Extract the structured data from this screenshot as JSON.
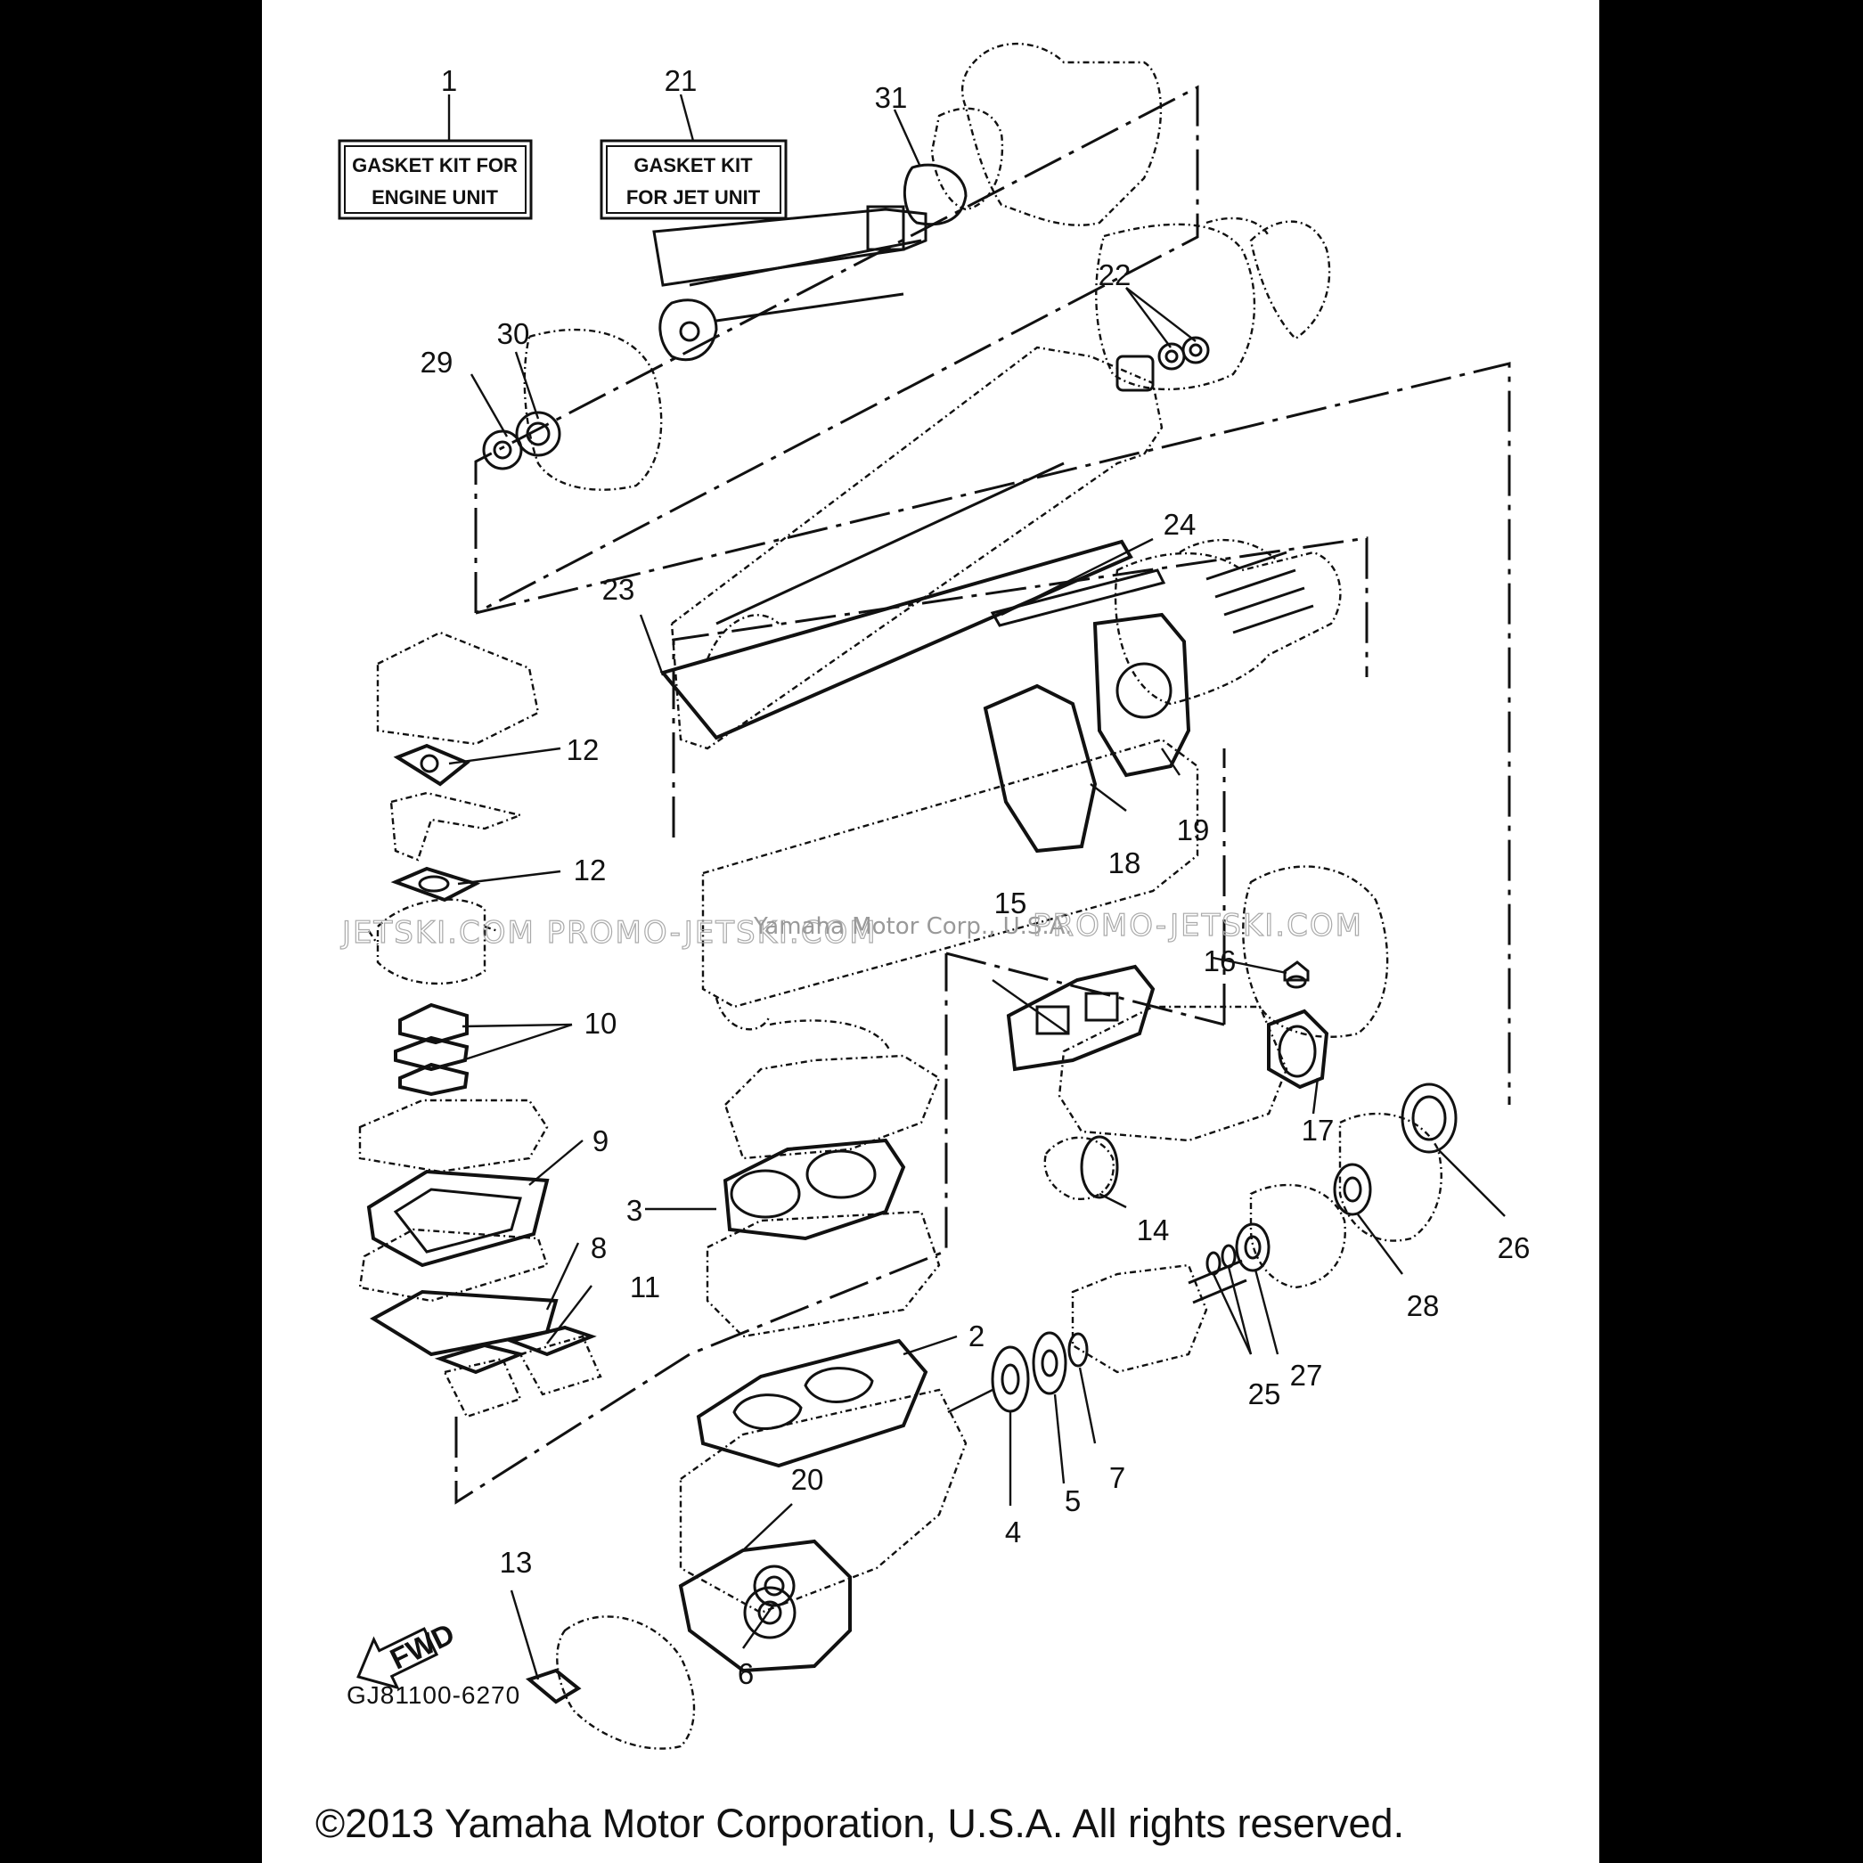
{
  "kit_boxes": {
    "engine": {
      "line1": "GASKET KIT FOR",
      "line2": "ENGINE UNIT"
    },
    "jet": {
      "line1": "GASKET KIT",
      "line2": "FOR JET UNIT"
    }
  },
  "callouts": {
    "c1": "1",
    "c2": "2",
    "c3": "3",
    "c4": "4",
    "c5": "5",
    "c6": "6",
    "c7": "7",
    "c8": "8",
    "c9": "9",
    "c10": "10",
    "c11": "11",
    "c12a": "12",
    "c12b": "12",
    "c13": "13",
    "c14": "14",
    "c15": "15",
    "c16": "16",
    "c17": "17",
    "c18": "18",
    "c19": "19",
    "c20": "20",
    "c21": "21",
    "c22": "22",
    "c23": "23",
    "c24": "24",
    "c25": "25",
    "c26": "26",
    "c27": "27",
    "c28": "28",
    "c29": "29",
    "c30": "30",
    "c31": "31"
  },
  "fwd_label": "FWD",
  "diagram_code": "GJ81100-6270",
  "watermark": {
    "left": "JETSKI.COM   PROMO-JETSKI.COM",
    "center": "Yamaha Motor Corp., U.S.A.",
    "right": "PROMO-JETSKI.COM"
  },
  "copyright": "©2013 Yamaha Motor Corporation, U.S.A. All rights reserved."
}
